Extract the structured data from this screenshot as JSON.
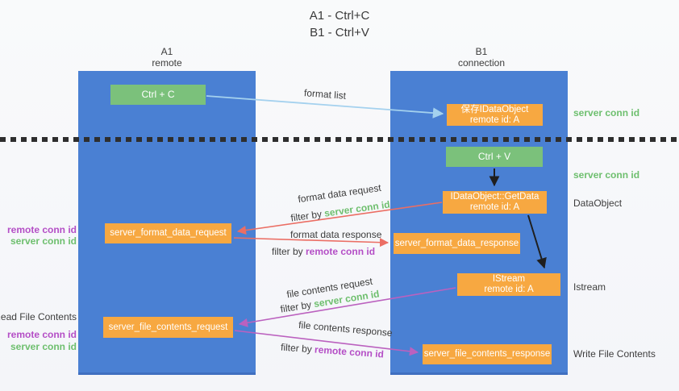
{
  "title": {
    "line1": "A1 - Ctrl+C",
    "line2": "B1 - Ctrl+V"
  },
  "lifelines": {
    "left": {
      "id": "A1",
      "role": "remote"
    },
    "right": {
      "id": "B1",
      "role": "connection"
    }
  },
  "nodes": {
    "ctrl_c": {
      "label": "Ctrl + C"
    },
    "ctrl_v": {
      "label": "Ctrl + V"
    },
    "save_dataobject": {
      "line1": "保存IDataObject",
      "line2": "remote id: A"
    },
    "getdata": {
      "line1": "IDataObject::GetData",
      "line2": "remote id: A"
    },
    "istream": {
      "line1": "IStream",
      "line2": "remote id: A"
    },
    "format_data_request": {
      "label": "server_format_data_request"
    },
    "format_data_response": {
      "label": "server_format_data_response"
    },
    "file_contents_request": {
      "label": "server_file_contents_request"
    },
    "file_contents_response": {
      "label": "server_file_contents_response"
    }
  },
  "arrow_labels": {
    "format_list": "format list",
    "format_data_request": {
      "title": "format data request",
      "filter_prefix": "filter by ",
      "filter_value": "server conn id"
    },
    "format_data_response": {
      "title": "format data response",
      "filter_prefix": "filter by ",
      "filter_value": "remote conn id"
    },
    "file_contents_request": {
      "title": "file contents request",
      "filter_prefix": "filter by ",
      "filter_value": "server conn id"
    },
    "file_contents_response": {
      "title": "file contents response",
      "filter_prefix": "filter by ",
      "filter_value": "remote conn id"
    }
  },
  "side_labels": {
    "left": [
      {
        "text": "remote conn id"
      },
      {
        "text": "server conn id"
      },
      {
        "text": "Read File Contents"
      },
      {
        "text": "remote conn id"
      },
      {
        "text": "server conn id"
      }
    ],
    "right": [
      {
        "text": "server conn id"
      },
      {
        "text": "server conn id"
      },
      {
        "text": "DataObject"
      },
      {
        "text": "Istream"
      },
      {
        "text": "Write File Contents"
      }
    ]
  },
  "colors": {
    "column_blue": "#4a80d3",
    "node_orange": "#f7a841",
    "node_green": "#7bc17b",
    "arrow_lightblue": "#a4d1ee",
    "arrow_black": "#1f1f1f",
    "arrow_red": "#eb6e64",
    "arrow_purple": "#bb61bf",
    "text_green": "#6ebf6e",
    "text_purple": "#b44ec6",
    "text_dark": "#3d3d3d"
  }
}
